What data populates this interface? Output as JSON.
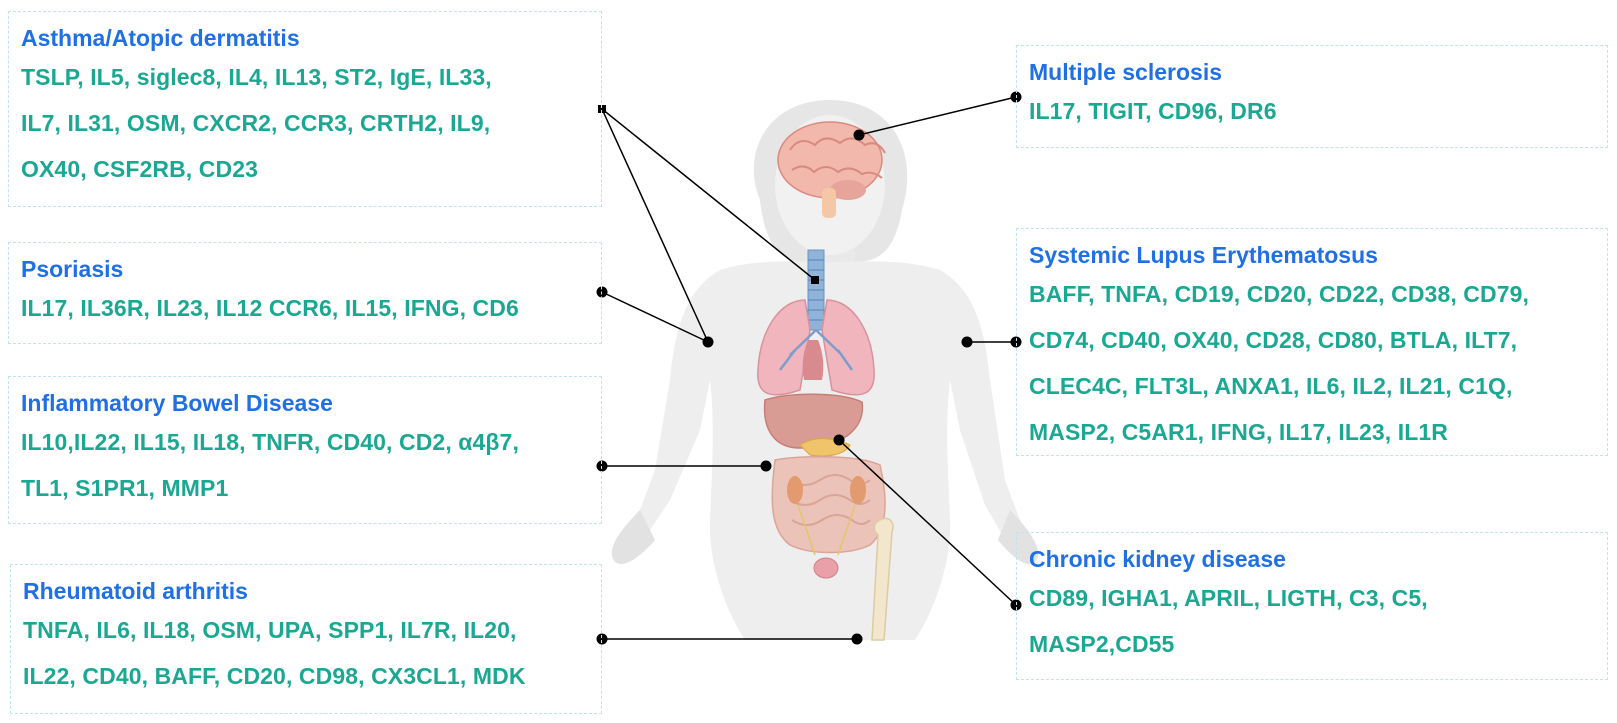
{
  "boxes": {
    "asthma": {
      "title": "Asthma/Atopic  dermatitis",
      "lines": [
        "TSLP, IL5, siglec8, IL4, IL13, ST2, IgE, IL33,",
        "IL7,  IL31, OSM, CXCR2, CCR3, CRTH2, IL9,",
        "OX40, CSF2RB, CD23"
      ]
    },
    "psoriasis": {
      "title": "Psoriasis",
      "lines": [
        "IL17, IL36R, IL23, IL12 CCR6, IL15, IFNG, CD6"
      ]
    },
    "ibd": {
      "title": "Inflammatory Bowel Disease",
      "lines": [
        "IL10,IL22, IL15, IL18, TNFR, CD40, CD2, α4β7,",
        "TL1, S1PR1, MMP1"
      ]
    },
    "ra": {
      "title": "Rheumatoid arthritis",
      "lines": [
        "TNFA, IL6, IL18, OSM, UPA, SPP1, IL7R, IL20,",
        "IL22, CD40, BAFF, CD20, CD98, CX3CL1, MDK"
      ]
    },
    "ms": {
      "title": "Multiple sclerosis",
      "lines": [
        "IL17, TIGIT, CD96, DR6"
      ]
    },
    "sle": {
      "title": "Systemic Lupus Erythematosus",
      "lines": [
        "BAFF, TNFA, CD19, CD20, CD22, CD38, CD79,",
        "CD74, CD40, OX40, CD28, CD80, BTLA, ILT7,",
        "CLEC4C, FLT3L, ANXA1, IL6, IL2, IL21, C1Q,",
        "MASP2, C5AR1, IFNG, IL17, IL23, IL1R"
      ]
    },
    "ckd": {
      "title": "Chronic kidney disease",
      "lines": [
        "CD89, IGHA1, APRIL, LIGTH, C3, C5,",
        "MASP2,CD55"
      ]
    }
  },
  "colors": {
    "title": "#1f6fe5",
    "text": "#1aa892",
    "border": "#bfe3ef",
    "body": "#eeeeee",
    "connector": "#000000"
  },
  "icons": [
    "human-body-silhouette",
    "brain-icon",
    "trachea-icon",
    "lungs-icon",
    "liver-icon",
    "pancreas-icon",
    "intestines-icon",
    "kidney-icon",
    "bladder-icon",
    "femur-bone-icon"
  ]
}
